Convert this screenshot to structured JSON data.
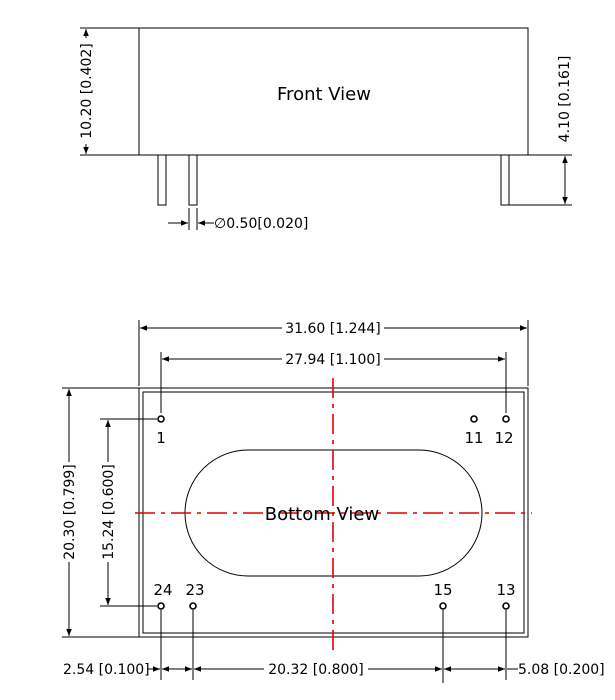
{
  "front_view": {
    "title": "Front View",
    "height_dim": "10.20 [0.402]",
    "pin_length_dim": "4.10 [0.161]",
    "pin_diameter_dim": "∅0.50[0.020]"
  },
  "bottom_view": {
    "title": "Bottom View",
    "width_dim": "31.60 [1.244]",
    "pin_span_dim": "27.94 [1.100]",
    "height_dim": "20.30 [0.799]",
    "pin_row_dim": "15.24 [0.600]",
    "pin_pitch_left_dim": "2.54 [0.100]",
    "pin_center_span_dim": "20.32 [0.800]",
    "pin_pitch_right_dim": "5.08 [0.200]",
    "pins": {
      "p1": "1",
      "p11": "11",
      "p12": "12",
      "p24": "24",
      "p23": "23",
      "p15": "15",
      "p13": "13"
    }
  }
}
